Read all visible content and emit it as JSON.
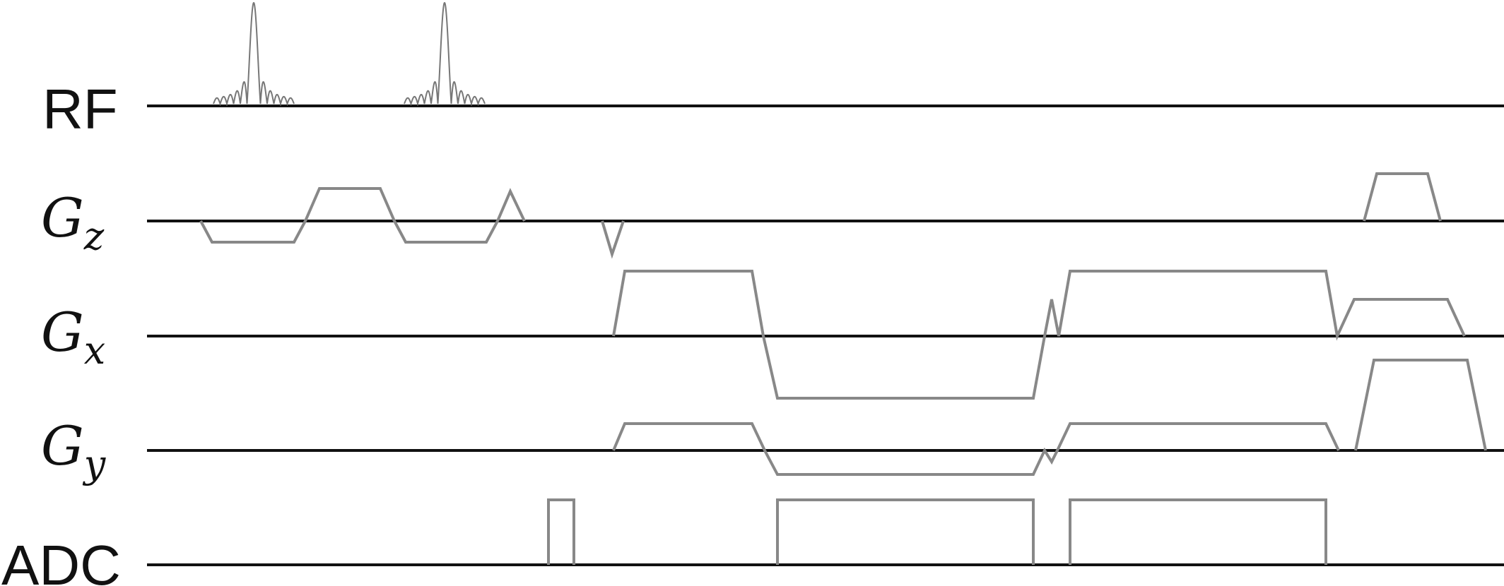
{
  "channels": [
    {
      "id": "rf",
      "label": "RF",
      "subscript": ""
    },
    {
      "id": "gz",
      "label": "G",
      "subscript": "z"
    },
    {
      "id": "gx",
      "label": "G",
      "subscript": "x"
    },
    {
      "id": "gy",
      "label": "G",
      "subscript": "y"
    },
    {
      "id": "adc",
      "label": "ADC",
      "subscript": ""
    }
  ],
  "colors": {
    "baseline": "#111111",
    "waveform": "#888888",
    "label": "#111111"
  }
}
